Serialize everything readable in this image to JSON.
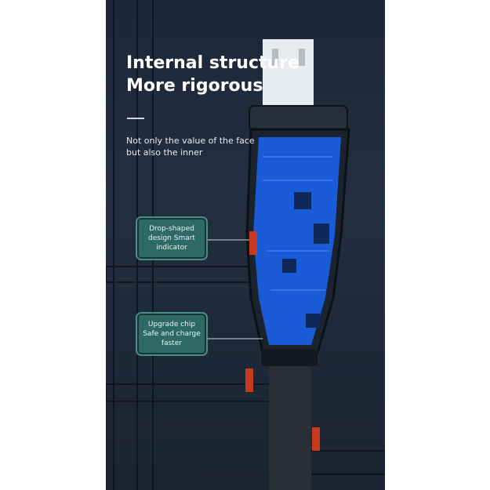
{
  "headline": {
    "line1": "Internal structure",
    "line2": "More rigorous"
  },
  "subtitle": {
    "line1": "Not only the value of the face",
    "line2": "but also the inner"
  },
  "callouts": [
    {
      "line1": "Drop-shaped",
      "line2": "design Smart",
      "line3": "indicator"
    },
    {
      "line1": "Upgrade chip",
      "line2": "Safe and charge",
      "line3": "faster"
    }
  ],
  "colors": {
    "background": "#1f2b3b",
    "board": "#1a5bd8",
    "callout": "#2d6a66"
  }
}
